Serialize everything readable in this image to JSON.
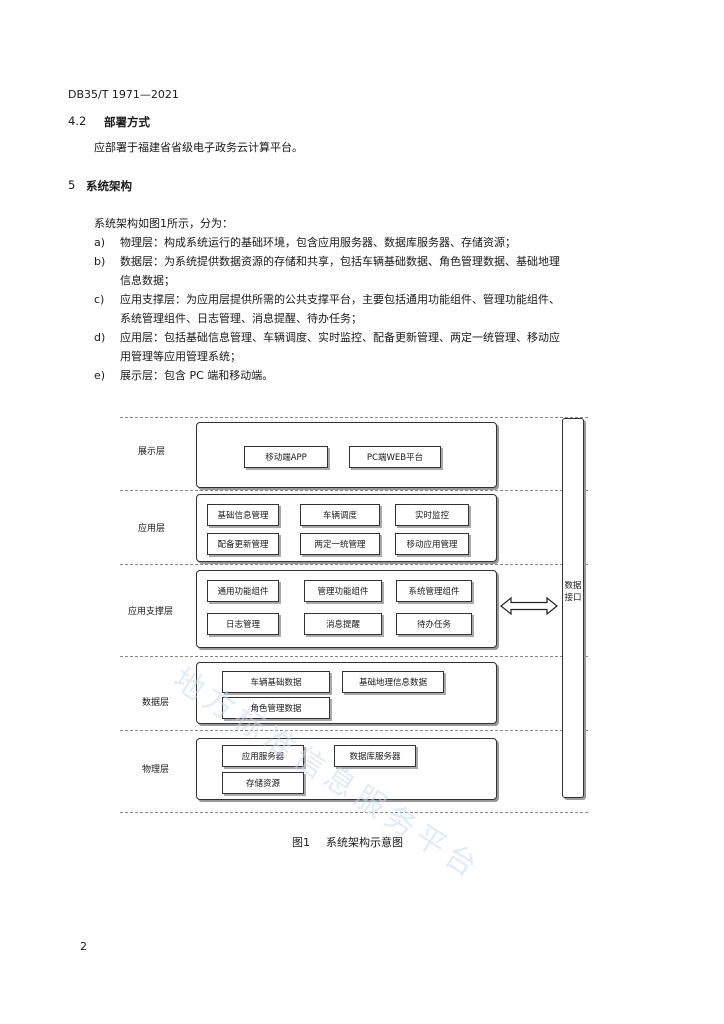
{
  "header": {
    "doc_code": "DB35/T 1971—2021"
  },
  "section_4_2": {
    "number": "4.2",
    "title": "部署方式",
    "body": "应部署于福建省省级电子政务云计算平台。"
  },
  "section_5": {
    "number": "5",
    "title": "系统架构",
    "intro": "系统架构如图1所示，分为：",
    "items": [
      {
        "marker": "a)",
        "line1": "物理层：构成系统运行的基础环境，包含应用服务器、数据库服务器、存储资源；",
        "line2": ""
      },
      {
        "marker": "b)",
        "line1": "数据层：为系统提供数据资源的存储和共享，包括车辆基础数据、角色管理数据、基础地理",
        "line2": "信息数据；"
      },
      {
        "marker": "c)",
        "line1": "应用支撑层：为应用层提供所需的公共支撑平台，主要包括通用功能组件、管理功能组件、",
        "line2": "系统管理组件、日志管理、消息提醒、待办任务；"
      },
      {
        "marker": "d)",
        "line1": "应用层：包括基础信息管理、车辆调度、实时监控、配备更新管理、两定一统管理、移动应",
        "line2": "用管理等应用管理系统；"
      },
      {
        "marker": "e)",
        "line1": "展示层：包含 PC 端和移动端。",
        "line2": ""
      }
    ]
  },
  "diagram": {
    "layers": {
      "display": {
        "label": "展示层",
        "items": [
          "移动端APP",
          "PC端WEB平台"
        ]
      },
      "application": {
        "label": "应用层",
        "items": [
          "基础信息管理",
          "车辆调度",
          "实时监控",
          "配备更新管理",
          "两定一统管理",
          "移动应用管理"
        ]
      },
      "support": {
        "label": "应用支撑层",
        "items": [
          "通用功能组件",
          "管理功能组件",
          "系统管理组件",
          "日志管理",
          "消息提醒",
          "待办任务"
        ]
      },
      "data": {
        "label": "数据层",
        "items": [
          "车辆基础数据",
          "基础地理信息数据",
          "角色管理数据"
        ]
      },
      "physical": {
        "label": "物理层",
        "items": [
          "应用服务器",
          "数据库服务器",
          "存储资源"
        ]
      }
    },
    "interface_label": "数据接口"
  },
  "figure_caption": {
    "number": "图1",
    "title": "系统架构示意图"
  },
  "watermark": "地方标准信息服务平台",
  "footer": {
    "page_number": "2"
  }
}
